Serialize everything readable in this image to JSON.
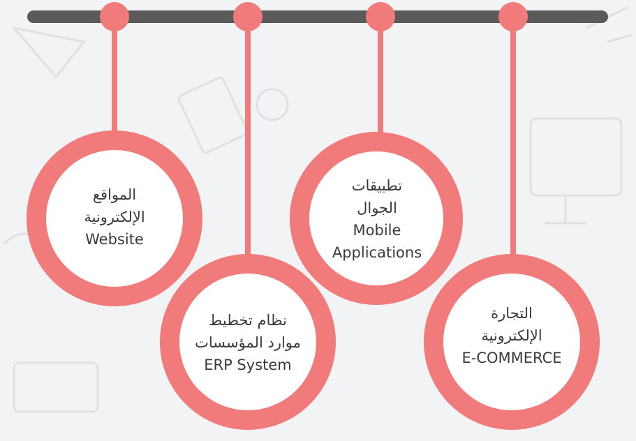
{
  "colors": {
    "background": "#f2f3f4",
    "ring": "#f07b7a",
    "rail": "#5a5a5a",
    "text": "#3a3a3a",
    "inner": "#ffffff"
  },
  "services": [
    {
      "lines": [
        "المواقع",
        "الإلكترونية",
        "Website"
      ]
    },
    {
      "lines": [
        "نظام تخطيط",
        "موارد المؤسسات",
        "ERP System"
      ]
    },
    {
      "lines": [
        "تطبيقات",
        "الجوال",
        "Mobile",
        "Applications"
      ]
    },
    {
      "lines": [
        "التجارة",
        "الإلكترونية",
        "E-COMMERCE"
      ]
    }
  ]
}
